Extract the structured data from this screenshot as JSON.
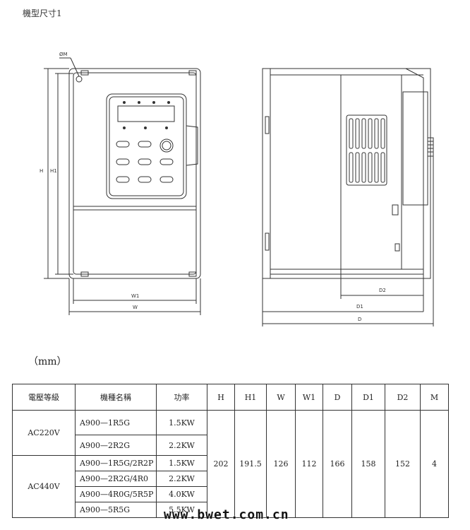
{
  "title": "機型尺寸1",
  "unit_label": "（mm）",
  "drawing": {
    "label_phi": "ØM",
    "label_H": "H",
    "label_H1": "H1",
    "label_W1": "W1",
    "label_W": "W",
    "label_D2": "D2",
    "label_D1": "D1",
    "label_D": "D"
  },
  "table": {
    "headers": [
      "電壓等級",
      "機種名稱",
      "功率",
      "H",
      "H1",
      "W",
      "W1",
      "D",
      "D1",
      "D2",
      "M"
    ],
    "groups": [
      {
        "voltage": "AC220V",
        "rows": [
          {
            "model": "A900—1R5G",
            "power": "1.5KW"
          },
          {
            "model": "A900—2R2G",
            "power": "2.2KW"
          }
        ]
      },
      {
        "voltage": "AC440V",
        "rows": [
          {
            "model": "A900—1R5G/2R2P",
            "power": "1.5KW"
          },
          {
            "model": "A900—2R2G/4R0",
            "power": "2.2KW"
          },
          {
            "model": "A900—4R0G/5R5P",
            "power": "4.0KW"
          },
          {
            "model": "A900—5R5G",
            "power": "5.5KW"
          }
        ]
      }
    ],
    "dims": {
      "H": "202",
      "H1": "191.5",
      "W": "126",
      "W1": "112",
      "D": "166",
      "D1": "158",
      "D2": "152",
      "M": "4"
    }
  },
  "watermark": "www.bwet.com.cn"
}
